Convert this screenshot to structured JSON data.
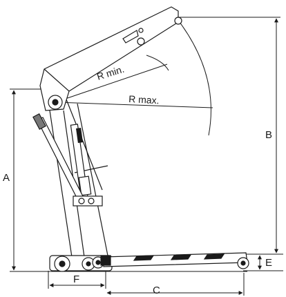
{
  "labels": {
    "r_min": "R min.",
    "r_max": "R max.",
    "a": "A",
    "b": "B",
    "c": "C",
    "e": "E",
    "f": "F"
  },
  "colors": {
    "line": "#1a1a1a",
    "fill": "#ffffff",
    "hatch": "#444444"
  }
}
